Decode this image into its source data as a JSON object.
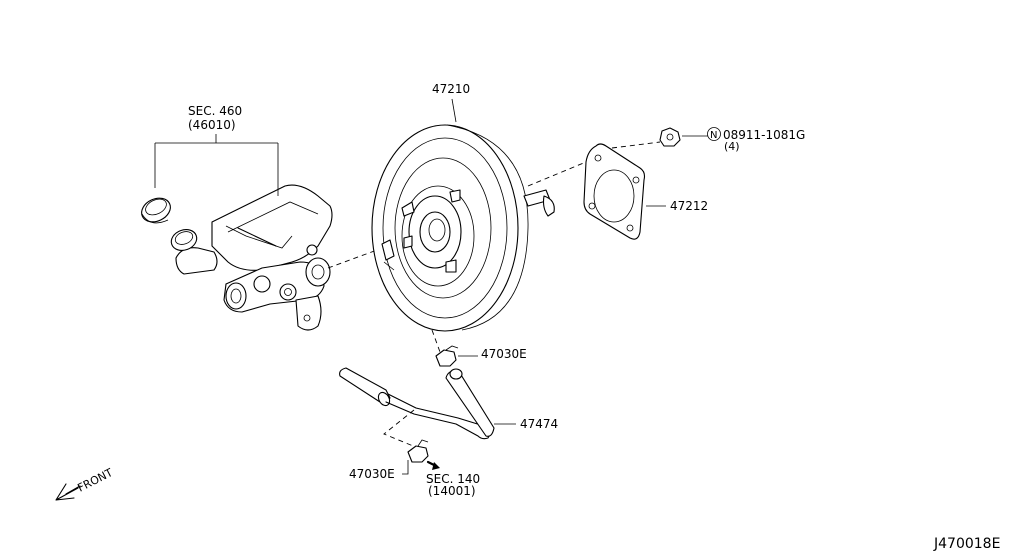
{
  "labels": {
    "sec460": "SEC. 460",
    "sec460_sub": "(46010)",
    "booster": "47210",
    "nut": "08911-1081G",
    "nut_qty": "(4)",
    "nut_marker": "N",
    "gasket": "47212",
    "clip_upper": "47030E",
    "hose": "47474",
    "clip_lower": "47030E",
    "sec140": "SEC. 140",
    "sec140_sub": "(14001)",
    "front": "FRONT",
    "diagram_id": "J470018E"
  },
  "icons": [
    "front-arrow-icon",
    "nut-marker-icon"
  ]
}
